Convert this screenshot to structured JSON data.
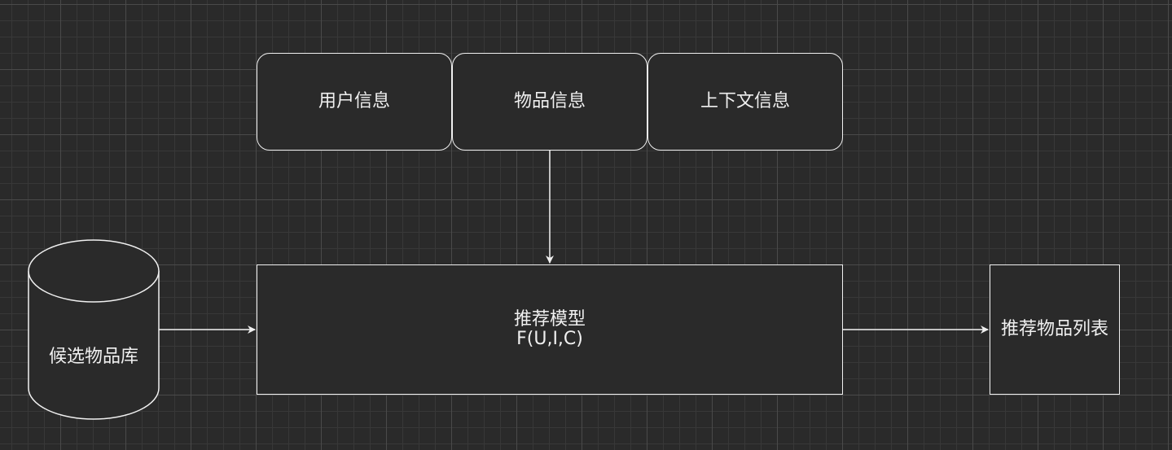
{
  "inputs": {
    "user_info": "用户信息",
    "item_info": "物品信息",
    "context_info": "上下文信息"
  },
  "candidate_db": {
    "label": "候选物品库"
  },
  "model": {
    "title": "推荐模型",
    "formula": "F(U,I,C)"
  },
  "output": {
    "label": "推荐物品列表"
  },
  "colors": {
    "background": "#2a2a2a",
    "stroke": "#f0f0f0",
    "text": "#f0f0f0"
  }
}
